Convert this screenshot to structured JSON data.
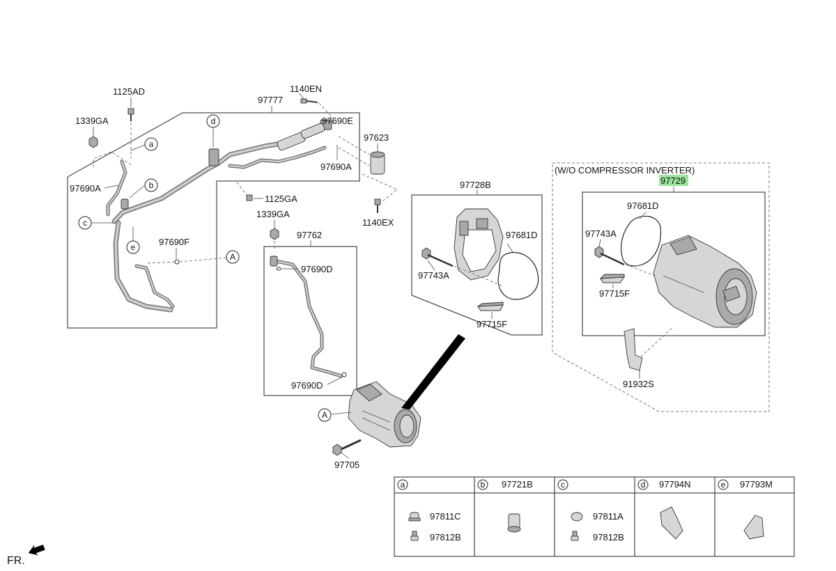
{
  "labels": {
    "p1125AD": "1125AD",
    "p1339GA_top": "1339GA",
    "p97690A_left": "97690A",
    "p97777": "97777",
    "p1140EN": "1140EN",
    "p97690E": "97690E",
    "p97623": "97623",
    "p97690A_right": "97690A",
    "p1125GA": "1125GA",
    "p1140EX": "1140EX",
    "p1339GA_mid": "1339GA",
    "p97762": "97762",
    "p97690F": "97690F",
    "p97690D_top": "97690D",
    "p97690D_bot": "97690D",
    "p97705": "97705",
    "p97728B": "97728B",
    "p97681D_mid": "97681D",
    "p97743A_mid": "97743A",
    "p97715F_mid": "97715F",
    "wo_title": "(W/O COMPRESSOR INVERTER)",
    "p97729": "97729",
    "p97681D_right": "97681D",
    "p97743A_right": "97743A",
    "p97715F_right": "97715F",
    "p91932S": "91932S",
    "fr": "FR."
  },
  "callouts": {
    "a": "a",
    "b": "b",
    "c": "c",
    "d": "d",
    "e": "e",
    "A1": "A",
    "A2": "A"
  },
  "legend": [
    {
      "letter": "a",
      "header": "",
      "parts": [
        "97811C",
        "97812B"
      ]
    },
    {
      "letter": "b",
      "header": "97721B",
      "parts": []
    },
    {
      "letter": "c",
      "header": "",
      "parts": [
        "97811A",
        "97812B"
      ]
    },
    {
      "letter": "d",
      "header": "97794N",
      "parts": []
    },
    {
      "letter": "e",
      "header": "97793M",
      "parts": []
    }
  ],
  "colors": {
    "highlight": "#9be39b",
    "line": "#222222",
    "part_fill": "#d6d6d6"
  }
}
